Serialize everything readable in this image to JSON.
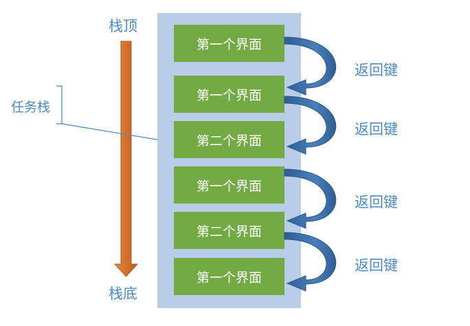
{
  "stack_top_label": "栈顶",
  "stack_bottom_label": "栈底",
  "task_stack_label": "任务栈",
  "screens": [
    {
      "label": "第一个界面"
    },
    {
      "label": "第一个界面"
    },
    {
      "label": "第二个界面"
    },
    {
      "label": "第一个界面"
    },
    {
      "label": "第二个界面"
    },
    {
      "label": "第一个界面"
    }
  ],
  "back_key_labels": [
    "返回键",
    "返回键",
    "返回键",
    "返回键"
  ],
  "colors": {
    "panel": "#b9cde8",
    "screen_box": "#72ab44",
    "direction_arrow": "#d6722c",
    "back_arrow": "#3f6fa6",
    "label_text": "#4a8bc8"
  }
}
